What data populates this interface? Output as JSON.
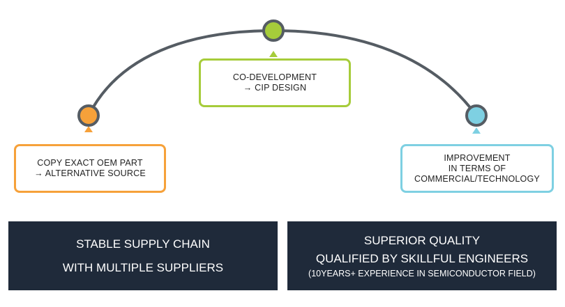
{
  "colors": {
    "arc": "#555c63",
    "node_ring": "#555c63",
    "orange": "#f6a13a",
    "green": "#a6cc3a",
    "blue": "#7ed0e2",
    "panel_bg": "#1f2a3a"
  },
  "stages": {
    "left": {
      "line1": "COPY EXACT OEM PART",
      "line2": "→ ALTERNATIVE SOURCE"
    },
    "center": {
      "line1": "CO-DEVELOPMENT",
      "line2": "→ CIP DESIGN"
    },
    "right": {
      "line1": "IMPROVEMENT",
      "line2": "IN TERMS OF",
      "line3": "COMMERCIAL/TECHNOLOGY"
    }
  },
  "panels": {
    "left": {
      "line1": "STABLE SUPPLY CHAIN",
      "line2": "WITH MULTIPLE SUPPLIERS"
    },
    "right": {
      "line1": "SUPERIOR QUALITY",
      "line2": "QUALIFIED BY SKILLFUL ENGINEERS",
      "line3": "(10YEARS+ EXPERIENCE IN SEMICONDUCTOR FIELD)"
    }
  }
}
